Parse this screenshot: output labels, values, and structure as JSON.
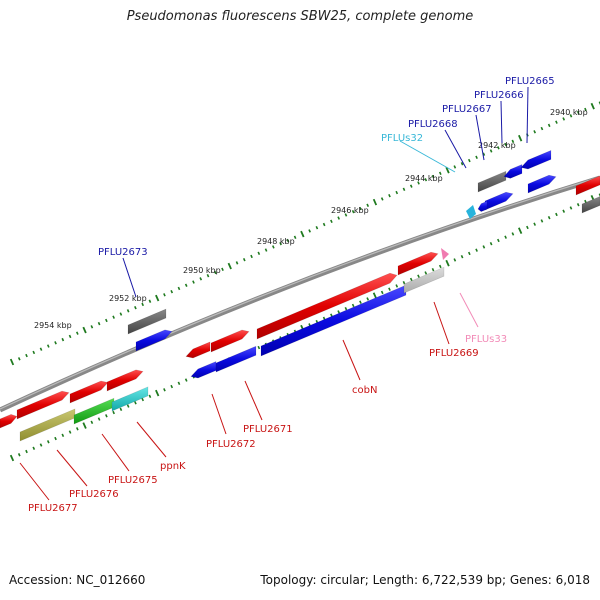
{
  "title": "Pseudomonas fluorescens SBW25, complete genome",
  "footer": {
    "accession": "Accession: NC_012660",
    "topology": "Topology: circular; Length: 6,722,539 bp; Genes: 6,018"
  },
  "kbp_labels": [
    {
      "text": "2940 kbp"
    },
    {
      "text": "2942 kbp"
    },
    {
      "text": "2944 kbp"
    },
    {
      "text": "2946 kbp"
    },
    {
      "text": "2948 kbp"
    },
    {
      "text": "2950 kbp"
    },
    {
      "text": "2952 kbp"
    },
    {
      "text": "2954 kbp"
    }
  ],
  "gene_labels": [
    {
      "text": "PFLU2665",
      "color": "#1a1aa6"
    },
    {
      "text": "PFLU2666",
      "color": "#1a1aa6"
    },
    {
      "text": "PFLU2667",
      "color": "#1a1aa6"
    },
    {
      "text": "PFLU2668",
      "color": "#1a1aa6"
    },
    {
      "text": "PFLUs32",
      "color": "#39b8d8"
    },
    {
      "text": "PFLU2673",
      "color": "#1a1aa6"
    },
    {
      "text": "PFLUs33",
      "color": "#f28cb8"
    },
    {
      "text": "PFLU2669",
      "color": "#c81414"
    },
    {
      "text": "cobN",
      "color": "#c81414"
    },
    {
      "text": "PFLU2671",
      "color": "#c81414"
    },
    {
      "text": "PFLU2672",
      "color": "#c81414"
    },
    {
      "text": "ppnK",
      "color": "#c81414"
    },
    {
      "text": "PFLU2675",
      "color": "#c81414"
    },
    {
      "text": "PFLU2676",
      "color": "#c81414"
    },
    {
      "text": "PFLU2677",
      "color": "#c81414"
    }
  ],
  "colors": {
    "outer_forward": "#e01010",
    "outer_reverse": "#1010d8",
    "gray_gene": "#555555",
    "light_gray_gene": "#b8b8b8",
    "olive": "#aaa84a",
    "green": "#22bb22",
    "cyan": "#22c8c8",
    "pink_rna": "#f07ab0",
    "cyan_rna": "#28b4dc",
    "tick_major": "#1f7a1f",
    "backbone": "#808080"
  }
}
